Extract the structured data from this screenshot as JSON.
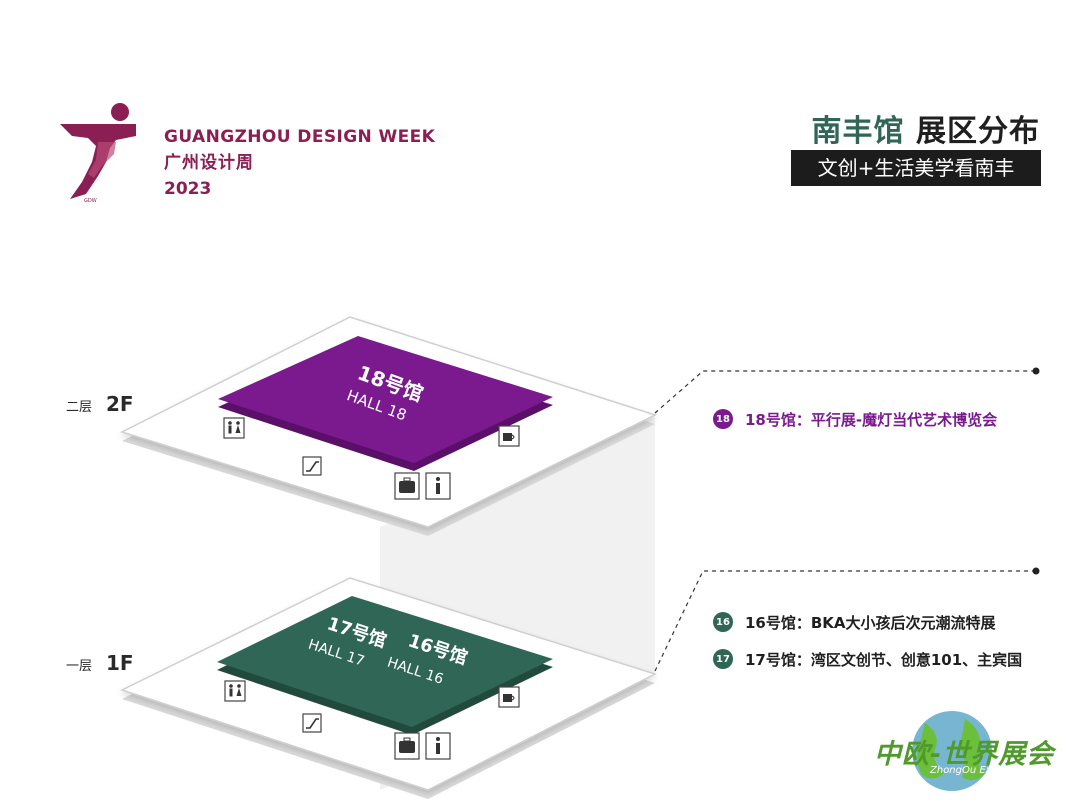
{
  "brand": {
    "en": "GUANGZHOU DESIGN WEEK",
    "cn": "广州设计周",
    "year": "2023"
  },
  "header": {
    "title_accent": "南丰馆",
    "title_rest": "展区分布",
    "subtitle": "文创+生活美学看南丰"
  },
  "floors": [
    {
      "cn": "二层",
      "en": "2F",
      "halls": [
        {
          "name": "18号馆",
          "en": "HALL 18"
        }
      ]
    },
    {
      "cn": "一层",
      "en": "1F",
      "halls": [
        {
          "name": "17号馆",
          "en": "HALL 17"
        },
        {
          "name": "16号馆",
          "en": "HALL 16"
        }
      ]
    }
  ],
  "legend": [
    {
      "num": "18",
      "text": "18号馆：平行展-魔灯当代艺术博览会",
      "color": "#7a1a8e"
    },
    {
      "num": "16",
      "text": "16号馆：BKA大小孩后次元潮流特展",
      "color": "#2f6655"
    },
    {
      "num": "17",
      "text": "17号馆：湾区文创节、创意101、主宾国",
      "color": "#2f6655"
    }
  ],
  "icons": [
    "restroom-icon",
    "escalator-icon",
    "luggage-icon",
    "info-icon",
    "cafe-icon"
  ],
  "watermark": {
    "cn": "中欧-世界展会",
    "en": "ZhongOu Expo"
  },
  "colors": {
    "brand": "#8b1e52",
    "purple": "#7a1a8e",
    "green": "#2f6655"
  }
}
